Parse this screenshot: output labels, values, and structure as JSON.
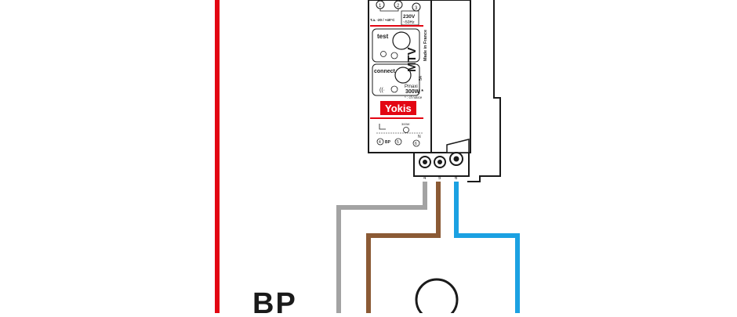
{
  "module": {
    "brand": "Yokis",
    "model": "MTV",
    "origin": "Made in France",
    "temperature": "T.a. -20 / +40°C",
    "supply_line1": "230V",
    "supply_line2": "~50Hz",
    "test_label": "test",
    "connect_label": "connect",
    "power_label": "Pmaxi :",
    "power_value": "300W *",
    "notice": "* : cf notice",
    "fuse": "5A",
    "schematic_power": "300W",
    "schematic_bp": "BP",
    "schematic_n": "N",
    "terminals_top": [
      "1",
      "2",
      "3"
    ],
    "terminals_bottom": [
      "4",
      "5",
      "6"
    ],
    "terminal_screw_labels": [
      "4",
      "5",
      "6"
    ]
  },
  "diagram": {
    "push_button_label": "BP"
  },
  "colors": {
    "red_wire": "#e30613",
    "grey_wire": "#a3a3a3",
    "brown_wire": "#8b5a35",
    "blue_wire": "#1ba1e2",
    "brand_red": "#e30613",
    "outline": "#1a1a1a"
  }
}
